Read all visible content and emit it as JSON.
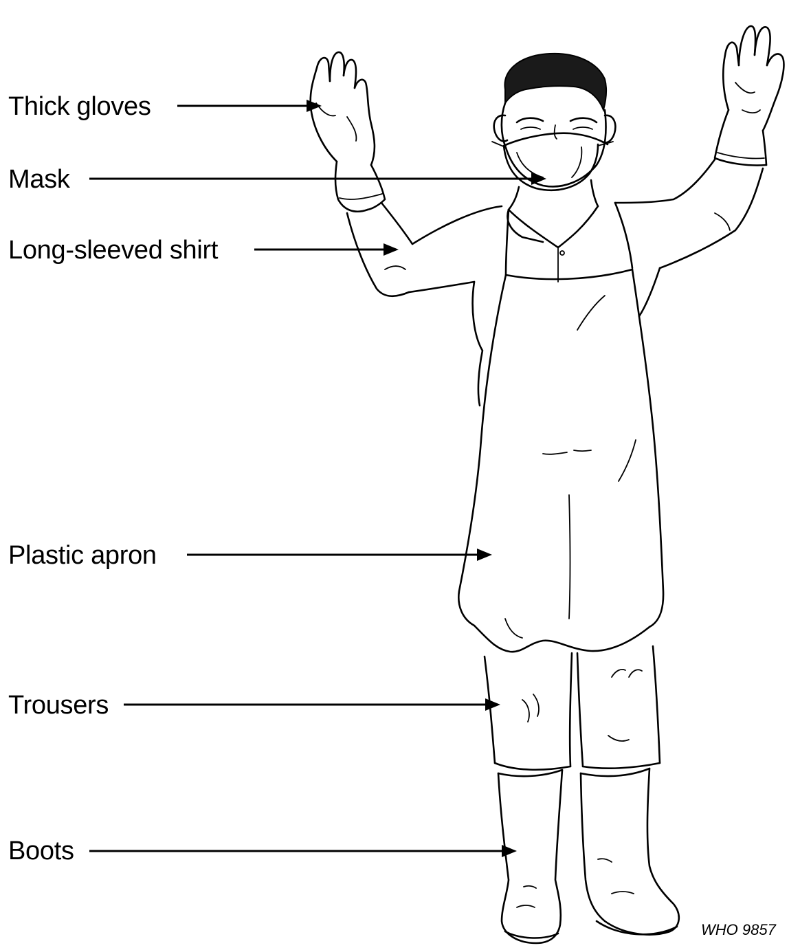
{
  "labels": {
    "gloves": "Thick gloves",
    "mask": "Mask",
    "shirt": "Long-sleeved shirt",
    "apron": "Plastic apron",
    "trousers": "Trousers",
    "boots": "Boots"
  },
  "credit": "WHO 9857"
}
